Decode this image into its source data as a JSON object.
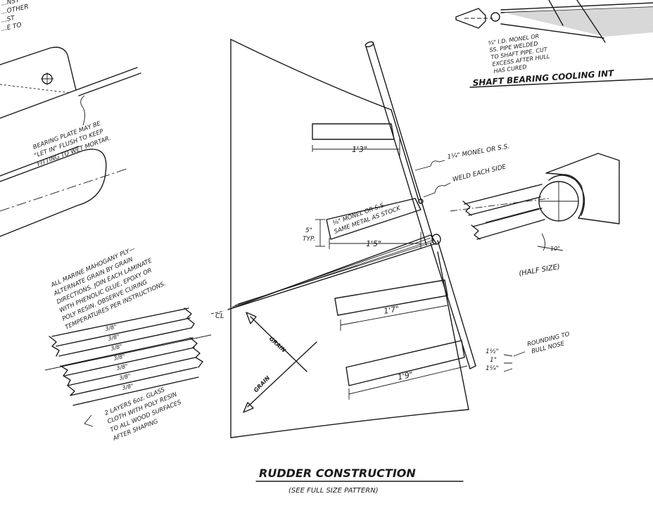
{
  "title": {
    "main": "RUDDER CONSTRUCTION",
    "sub": "(SEE FULL SIZE PATTERN)"
  },
  "inset": {
    "title": "SHAFT BEARING COOLING INT",
    "note_line1": "¾\" I.D. MONEL OR",
    "note_line2": "SS. PIPE WELDED",
    "note_line3": "TO SHAFT PIPE. CUT",
    "note_line4": "EXCESS AFTER HULL",
    "note_line5": "HAS CURED",
    "corner_line1": "...NST",
    "corner_line2": "...OTHER",
    "corner_line3": "...ST",
    "corner_line4": "...E TO"
  },
  "notes": {
    "bearing_plate_line1": "BEARING PLATE MAY BE",
    "bearing_plate_line2": "\"LET IN\" FLUSH TO KEEP",
    "bearing_plate_line3": "FITTING TO WET MORTAR.",
    "plywood_line1": "ALL MARINE MAHOGANY PLY—",
    "plywood_line2": "ALTERNATE GRAIN BY GRAIN",
    "plywood_line3": "DIRECTIONS. JOIN EACH LAMINATE",
    "plywood_line4": "WITH PHENOLIC GLUE, EPOXY OR",
    "plywood_line5": "POLY RESIN. OBSERVE CURING",
    "plywood_line6": "TEMPERATURES PER INSTRUCTIONS.",
    "glass_line1": "2 LAYERS 6oz. GLASS",
    "glass_line2": "CLOTH WITH POLY RESIN",
    "glass_line3": "TO ALL WOOD SURFACES",
    "glass_line4": "AFTER SHAPING",
    "monel_rod": "1¼\" MONEL OR S.S.",
    "weld": "WELD EACH SIDE",
    "strap_line1": "⅜\" MONEL OR S.S.",
    "strap_line2": "SAME METAL AS STOCK",
    "typ": "TYP.",
    "typ_dim": "5\"",
    "half_size": "(HALF SIZE)",
    "angle": "10°",
    "rounding_line1": "ROUNDING TO",
    "rounding_line2": "BULL NOSE",
    "cl": "CL"
  },
  "dimensions": {
    "d1": "1'3\"",
    "d2": "1'5\"",
    "d3": "1'7\"",
    "d4": "1'9\"",
    "taper1": "1½\"",
    "taper2": "1\"",
    "taper3": "1¼\""
  },
  "laminate_labels": [
    "3/8\"",
    "3/8\"",
    "3/8\"",
    "3/8\"",
    "3/8\"",
    "3/8\"",
    "3/8\""
  ],
  "grain_labels": {
    "a": "GRAIN",
    "b": "GRAIN"
  }
}
